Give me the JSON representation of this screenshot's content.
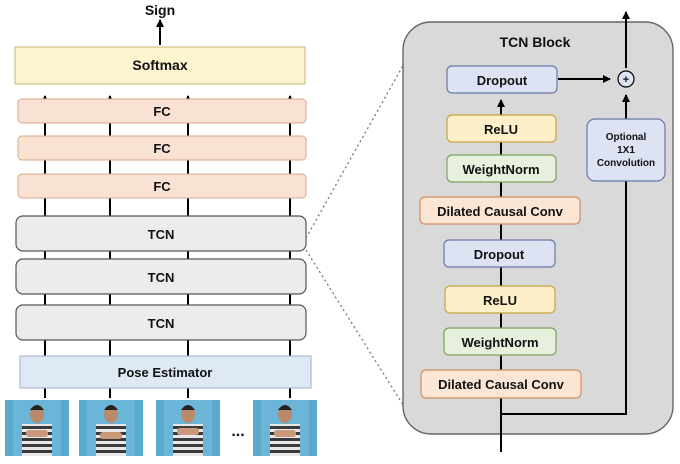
{
  "left_stack": {
    "output_label": "Sign",
    "softmax_label": "Softmax",
    "fc_labels": [
      "FC",
      "FC",
      "FC"
    ],
    "tcn_labels": [
      "TCN",
      "TCN",
      "TCN"
    ],
    "pose_label": "Pose Estimator",
    "ellipsis": "..."
  },
  "tcn_block": {
    "title": "TCN Block",
    "layers": [
      "Dropout",
      "ReLU",
      "WeightNorm",
      "Dilated Causal Conv",
      "Dropout",
      "ReLU",
      "WeightNorm",
      "Dilated Causal Conv"
    ],
    "optional_label": [
      "Optional",
      "1X1",
      "Convolution"
    ],
    "sum_symbol": "+"
  },
  "colors": {
    "softmax": "#fdf3cf",
    "fc": "#f9e2d3",
    "tcn": "#ececec",
    "pose": "#dfe8f5",
    "dropout": "#dde3f3",
    "relu": "#fdf0c8",
    "weightnorm": "#e6f0dc",
    "conv": "#fbe6d6",
    "block_bg": "#d9d9d9"
  }
}
